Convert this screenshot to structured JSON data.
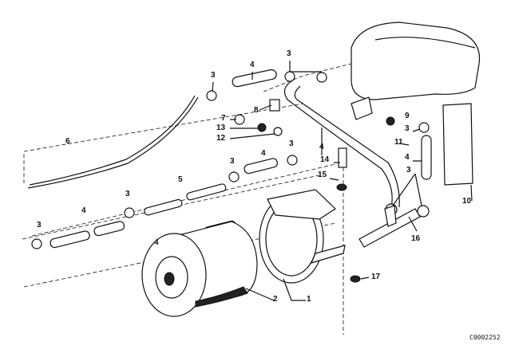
{
  "diagram": {
    "callouts": [
      "3",
      "4",
      "3",
      "6",
      "8",
      "7",
      "13",
      "12",
      "3",
      "4",
      "3",
      "5",
      "3",
      "4",
      "3",
      "4",
      "4",
      "14",
      "15",
      "9",
      "3",
      "11",
      "4",
      "3",
      "10",
      "16",
      "17",
      "2",
      "1"
    ],
    "catalog_code": "C0002252"
  }
}
